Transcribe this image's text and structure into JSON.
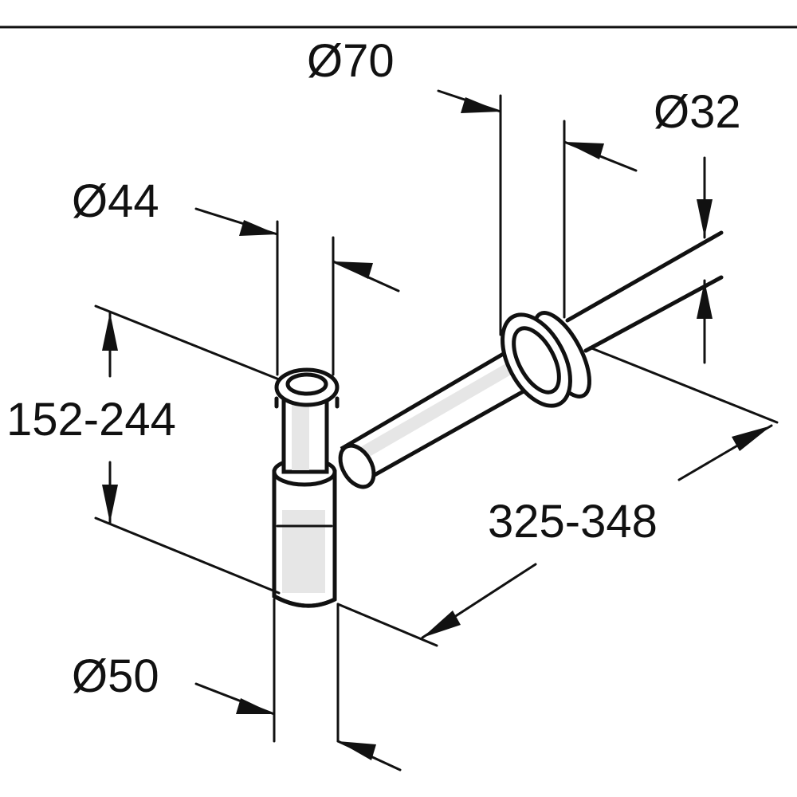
{
  "dimensions": {
    "tailpiece_diameter": "Ø44",
    "flange_diameter": "Ø70",
    "wall_pipe_diameter": "Ø32",
    "height_range": "152-244",
    "length_range": "325-348",
    "base_diameter": "Ø50"
  },
  "colors": {
    "line": "#111111",
    "background": "#ffffff",
    "shading": "#e6e6e6"
  }
}
